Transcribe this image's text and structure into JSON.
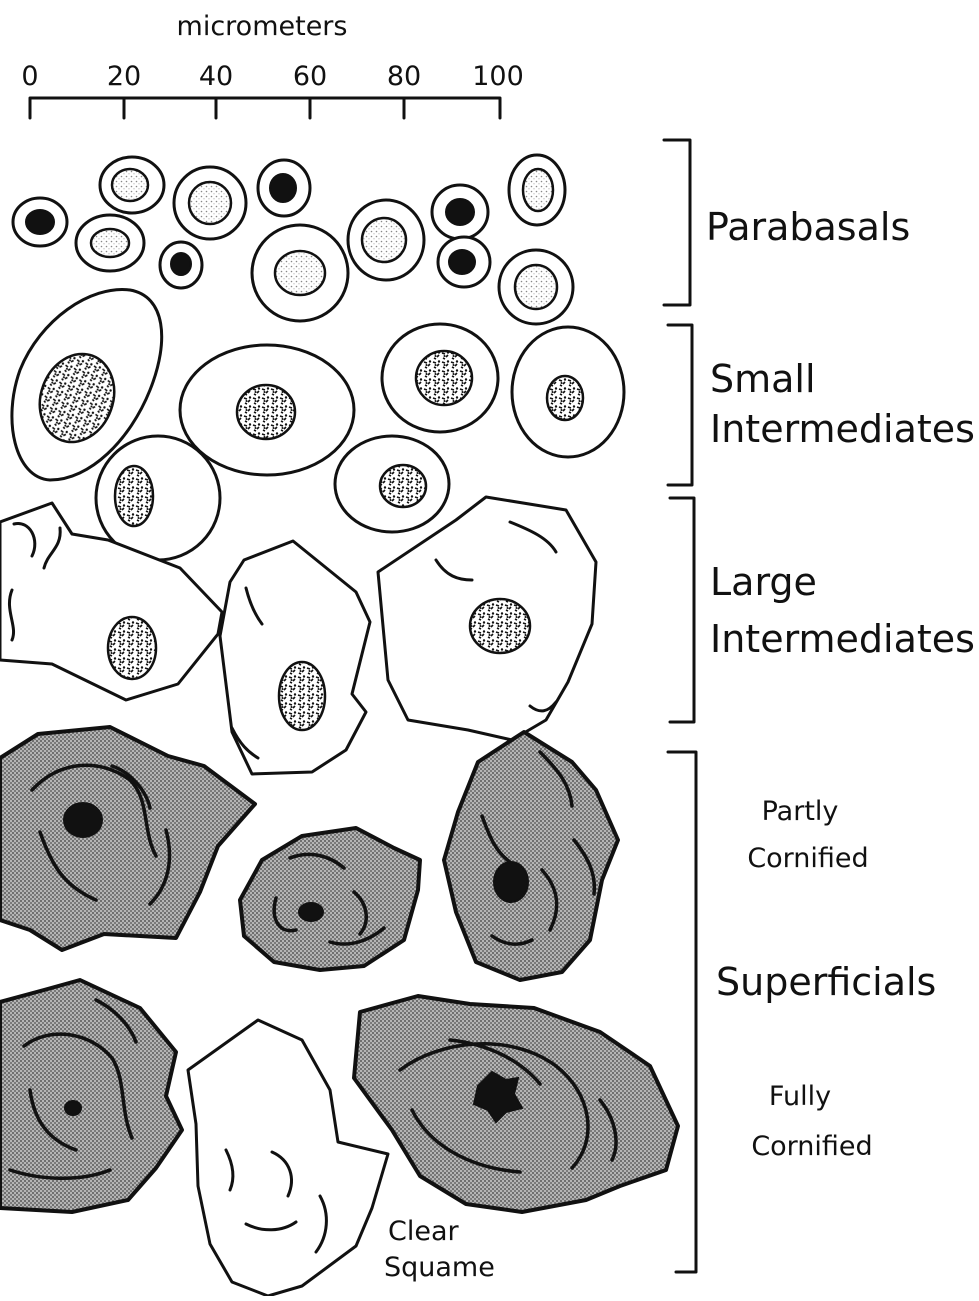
{
  "scale": {
    "unit_label": "micrometers",
    "ticks": [
      "0",
      "20",
      "40",
      "60",
      "80",
      "100"
    ]
  },
  "groups": {
    "parabasals": "Parabasals",
    "small_intermediates": [
      "Small",
      "Intermediates"
    ],
    "large_intermediates": [
      "Large",
      "Intermediates"
    ],
    "superficials": "Superficials",
    "partly_cornified": [
      "Partly",
      "Cornified"
    ],
    "fully_cornified": [
      "Fully",
      "Cornified"
    ],
    "clear_squame": [
      "Clear",
      "Squame"
    ]
  },
  "colors": {
    "ink": "#111111",
    "background": "#ffffff",
    "stipple_gray": "#9a9a9a"
  }
}
